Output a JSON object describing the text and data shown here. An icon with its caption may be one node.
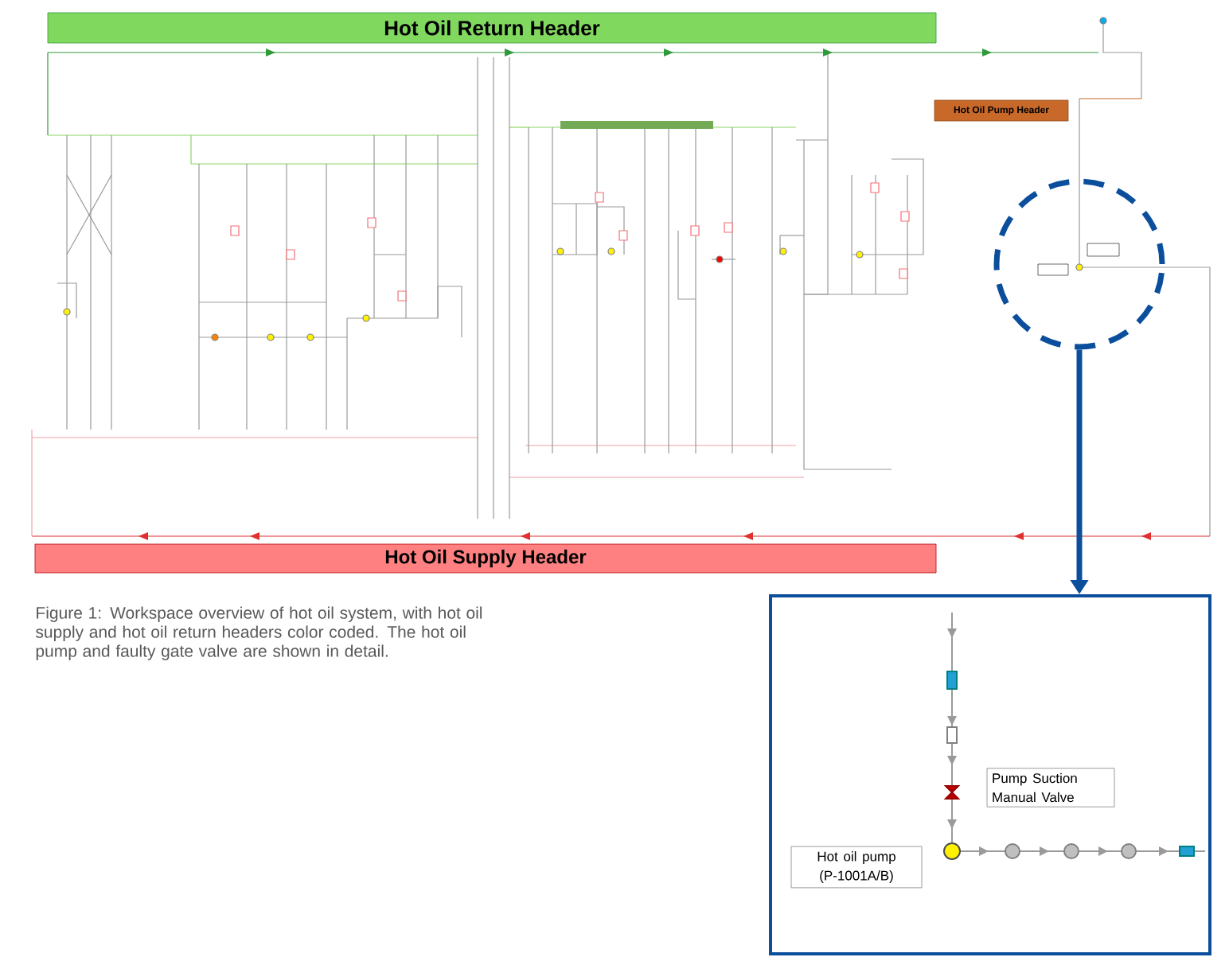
{
  "diagram": {
    "caption": "Figure 1: Workspace overview of hot oil system, with hot oil supply and hot oil return headers color coded. The hot oil pump and faulty gate valve are shown in detail.",
    "nodes": [
      {
        "text": [
          "Hot Oil Return Header"
        ]
      },
      {
        "text": [
          "Hot Oil Pump Header"
        ]
      },
      {
        "text": [],
        "shape": "circle"
      },
      {
        "text": [
          "Hot Oil Supply Header"
        ]
      },
      {
        "text": [],
        "shape": "box"
      },
      {
        "text": [
          "Pump Suction Manual Valve"
        ],
        "in": 4
      },
      {
        "text": [
          "Hot oil pump (P-1001A/B)"
        ],
        "in": 4
      }
    ],
    "edges": [
      {
        "from": 2,
        "to": 4,
        "arrow": "to"
      }
    ]
  }
}
